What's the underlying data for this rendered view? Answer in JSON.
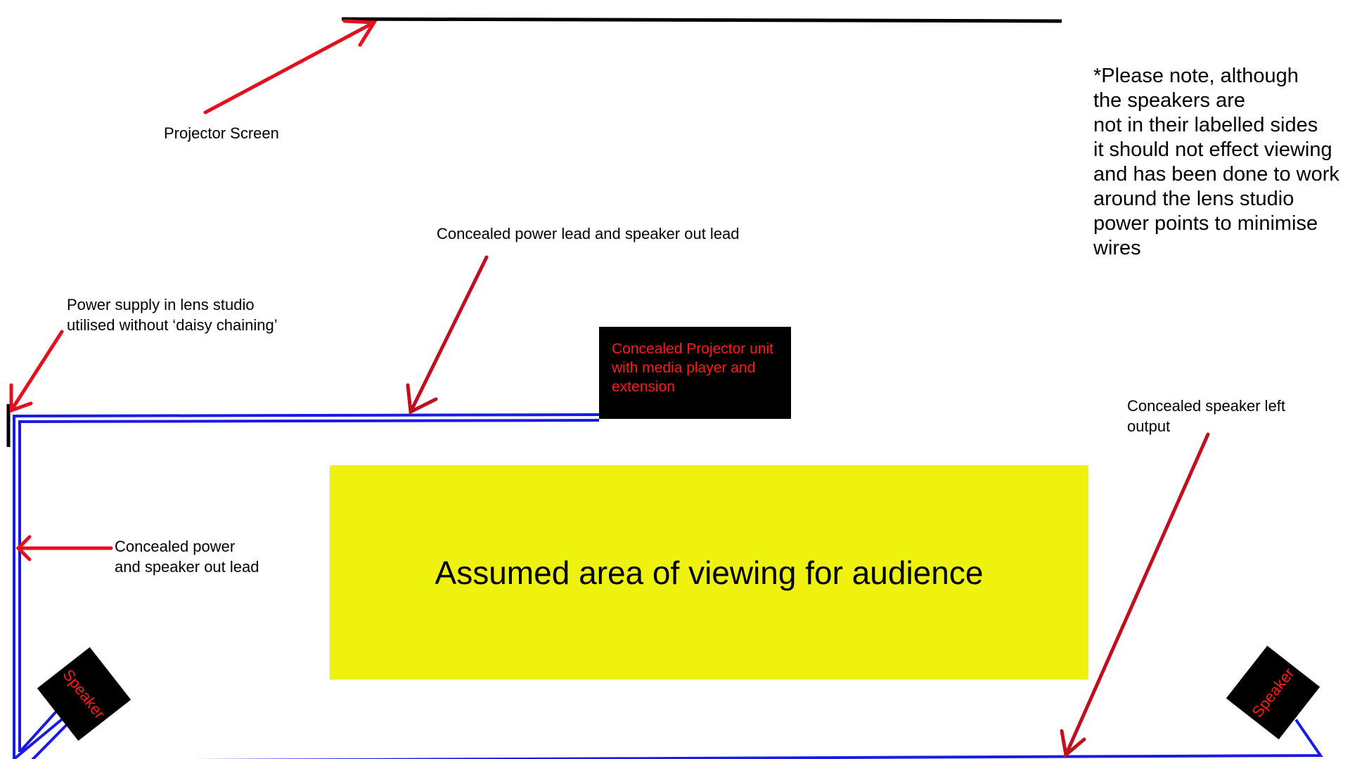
{
  "labels": {
    "projector_screen": "Projector Screen",
    "concealed_lead_top": "Concealed power lead and speaker out lead",
    "power_supply": "Power supply in lens studio\nutilised without ‘daisy chaining’",
    "concealed_lead_left": "Concealed power\nand speaker out lead",
    "speaker_left_output": "Concealed speaker left\noutput",
    "note": "*Please note, although\nthe speakers are\nnot in their labelled sides\nit should not effect viewing\nand has been done to work\naround the lens studio\npower points to minimise\nwires"
  },
  "projector_unit": {
    "text": "Concealed Projector unit\nwith media player and\nextension"
  },
  "audience_area": {
    "text": "Assumed area of viewing for audience"
  },
  "speakers": [
    {
      "text": "Speaker"
    },
    {
      "text": "Speaker"
    }
  ],
  "colors": {
    "arrow": "#e3101e",
    "dark_arrow": "#c0101e",
    "cable": "#1a1ae6",
    "audience_fill": "#eff20d",
    "unit_fill": "#000000",
    "unit_text": "#ff1a1a"
  }
}
